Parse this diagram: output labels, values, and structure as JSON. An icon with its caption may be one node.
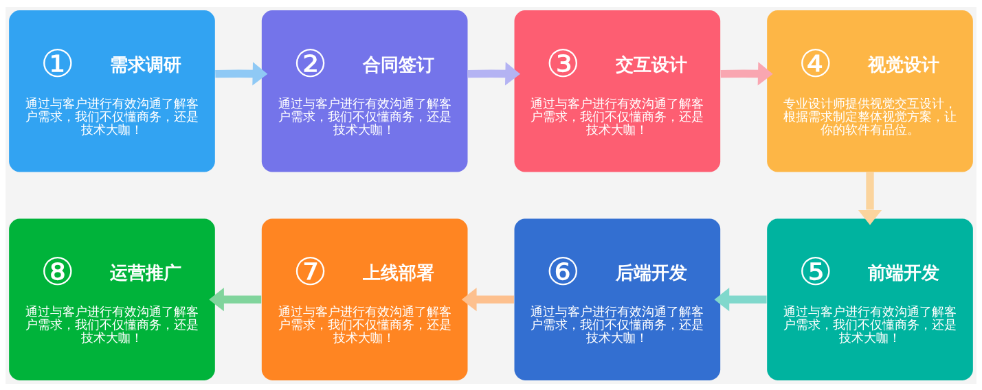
{
  "diagram": {
    "nodes": [
      {
        "text": [
          "①",
          "需求调研",
          "通过与客户进行有效沟通了解客户需求，我们不仅懂商务，还是技术大咖！"
        ]
      },
      {
        "text": [
          "②",
          "合同签订",
          "通过与客户进行有效沟通了解客户需求，我们不仅懂商务，还是技术大咖！"
        ]
      },
      {
        "text": [
          "③",
          "交互设计",
          "通过与客户进行有效沟通了解客户需求，我们不仅懂商务，还是技术大咖！"
        ]
      },
      {
        "text": [
          "④",
          "视觉设计",
          "专业设计师提供视觉交互设计，根据需求制定整体视觉方案，让你的软件有品位。"
        ]
      },
      {
        "text": [
          "⑤",
          "前端开发",
          "通过与客户进行有效沟通了解客户需求，我们不仅懂商务，还是技术大咖！"
        ]
      },
      {
        "text": [
          "⑥",
          "后端开发",
          "通过与客户进行有效沟通了解客户需求，我们不仅懂商务，还是技术大咖！"
        ]
      },
      {
        "text": [
          "⑦",
          "上线部署",
          "通过与客户进行有效沟通了解客户需求，我们不仅懂商务，还是技术大咖！"
        ]
      },
      {
        "text": [
          "⑧",
          "运营推广",
          "通过与客户进行有效沟通了解客户需求，我们不仅懂商务，还是技术大咖！"
        ]
      }
    ],
    "edges": [
      {
        "from": 0,
        "to": 1,
        "arrow": "to",
        "color": "#8fc9f5"
      },
      {
        "from": 1,
        "to": 2,
        "arrow": "to",
        "color": "#b4b3f3"
      },
      {
        "from": 2,
        "to": 3,
        "arrow": "to",
        "color": "#f9a6b1"
      },
      {
        "from": 3,
        "to": 4,
        "arrow": "to",
        "color": "#fbd49d"
      },
      {
        "from": 4,
        "to": 5,
        "arrow": "to",
        "color": "#80d8cc"
      },
      {
        "from": 5,
        "to": 6,
        "arrow": "to",
        "color": "#fdc08e"
      },
      {
        "from": 6,
        "to": 7,
        "arrow": "to",
        "color": "#80d49c"
      }
    ]
  }
}
